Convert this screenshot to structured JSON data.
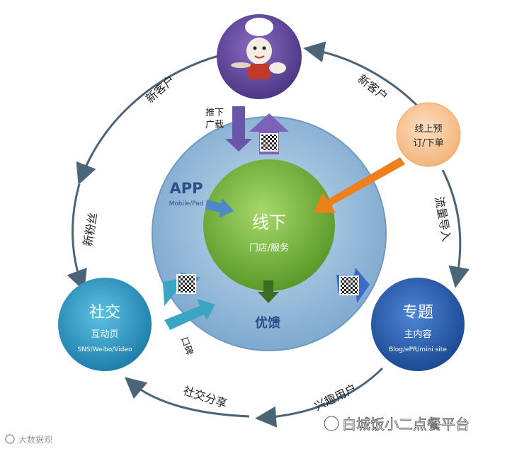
{
  "center": {
    "title": "线下",
    "subtitle": "门店/服务"
  },
  "app": {
    "title": "APP",
    "subtitle": "Mobile/Pad"
  },
  "youkui": "优馈",
  "top_node": {
    "label_push_line1": "推下",
    "label_push_line2": "广载"
  },
  "orange_node": {
    "line1": "线上预",
    "line2": "订/下单"
  },
  "social_node": {
    "title": "社交",
    "subtitle": "互动页",
    "caption": "SNS/Weibo/Video"
  },
  "topic_node": {
    "title": "专题",
    "subtitle": "主内容",
    "caption": "Blog/ePR/mini site"
  },
  "ring_labels": {
    "top_left": "新客户",
    "top_right": "新客户",
    "left": "新粉丝",
    "right": "流量导入",
    "bottom_left": "社交分享",
    "bottom_right": "兴趣用户",
    "koubei": "口碑"
  },
  "watermark": {
    "left": "大数据观",
    "right": "白城饭小二点餐平台"
  },
  "colors": {
    "outer_ring": "#4a6478",
    "big_circle": "#8fb6d6",
    "center_green": "#74b33c",
    "top_purple": "#6c4fa5",
    "orange_node": "#f6c69a",
    "orange_arrow": "#ef7f1a",
    "social_teal": "#2f9fc8",
    "topic_blue": "#2a5fb0",
    "arrow_purple": "#6a56a8",
    "arrow_teal": "#3aa6c4",
    "arrow_blue": "#3b6bc4",
    "arrow_green": "#3d6b1f"
  }
}
